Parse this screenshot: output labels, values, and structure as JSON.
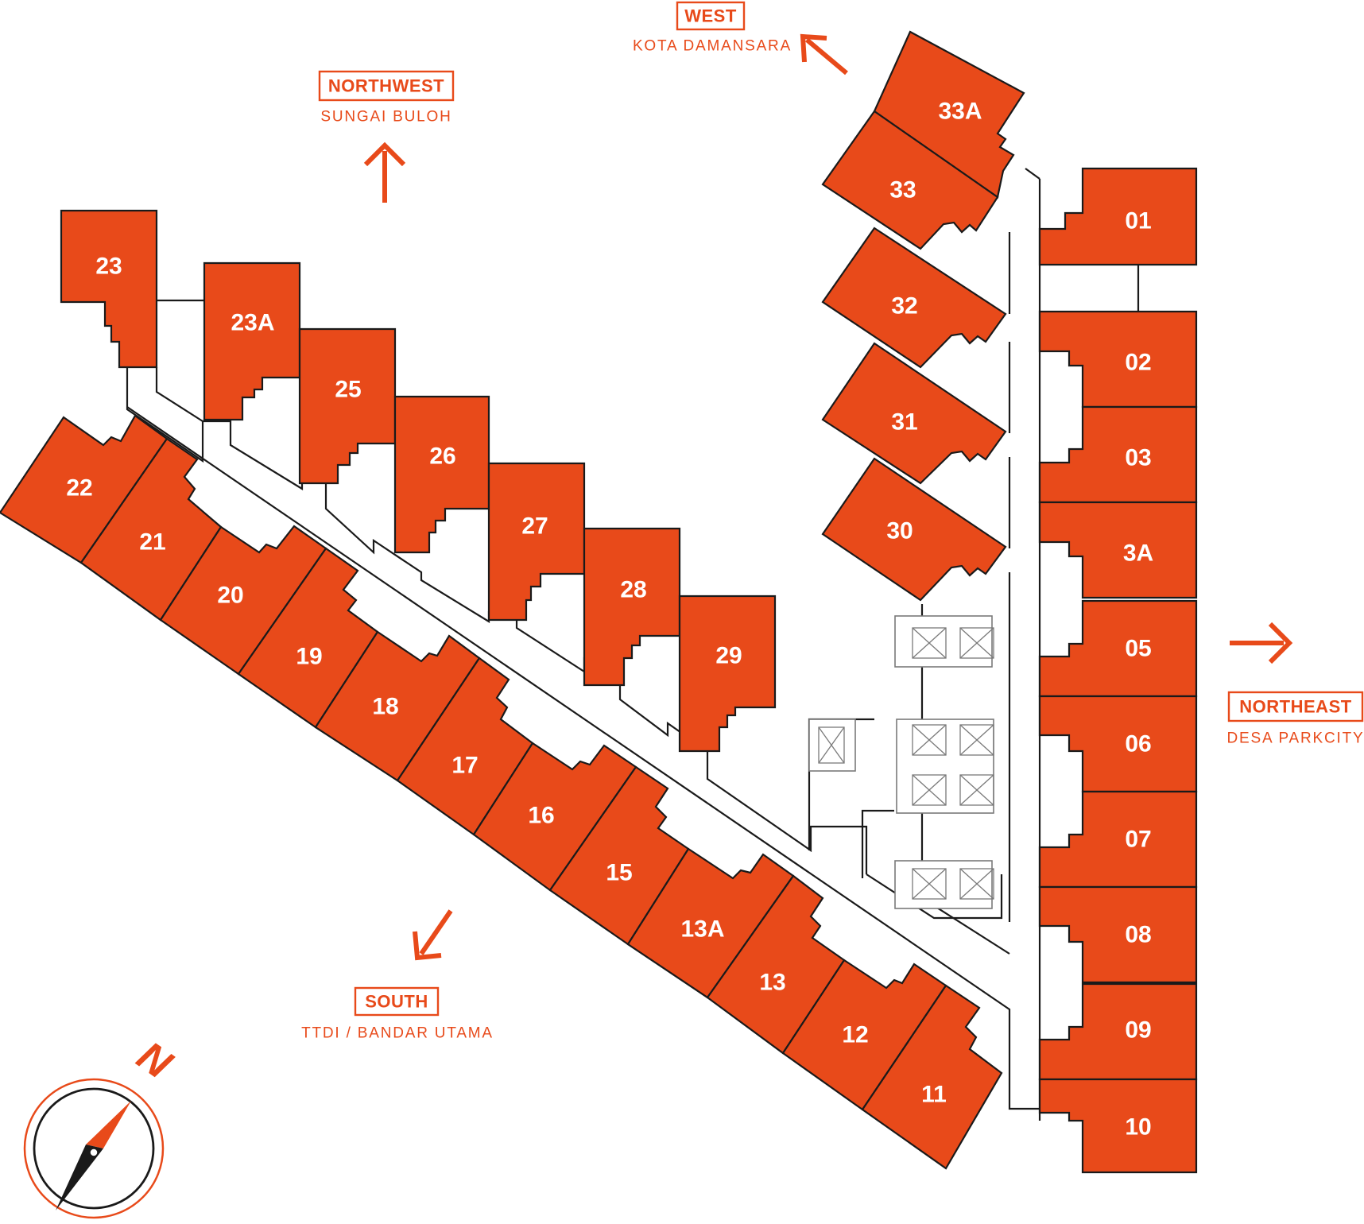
{
  "units": [
    {
      "id": "23",
      "label": "23"
    },
    {
      "id": "23A",
      "label": "23A"
    },
    {
      "id": "25",
      "label": "25"
    },
    {
      "id": "26",
      "label": "26"
    },
    {
      "id": "27",
      "label": "27"
    },
    {
      "id": "28",
      "label": "28"
    },
    {
      "id": "29",
      "label": "29"
    },
    {
      "id": "22",
      "label": "22"
    },
    {
      "id": "21",
      "label": "21"
    },
    {
      "id": "20",
      "label": "20"
    },
    {
      "id": "19",
      "label": "19"
    },
    {
      "id": "18",
      "label": "18"
    },
    {
      "id": "17",
      "label": "17"
    },
    {
      "id": "16",
      "label": "16"
    },
    {
      "id": "15",
      "label": "15"
    },
    {
      "id": "13A",
      "label": "13A"
    },
    {
      "id": "13",
      "label": "13"
    },
    {
      "id": "12",
      "label": "12"
    },
    {
      "id": "11",
      "label": "11"
    },
    {
      "id": "33A",
      "label": "33A"
    },
    {
      "id": "33",
      "label": "33"
    },
    {
      "id": "32",
      "label": "32"
    },
    {
      "id": "31",
      "label": "31"
    },
    {
      "id": "30",
      "label": "30"
    },
    {
      "id": "01",
      "label": "01"
    },
    {
      "id": "02",
      "label": "02"
    },
    {
      "id": "03",
      "label": "03"
    },
    {
      "id": "3A",
      "label": "3A"
    },
    {
      "id": "05",
      "label": "05"
    },
    {
      "id": "06",
      "label": "06"
    },
    {
      "id": "07",
      "label": "07"
    },
    {
      "id": "08",
      "label": "08"
    },
    {
      "id": "09",
      "label": "09"
    },
    {
      "id": "10",
      "label": "10"
    }
  ],
  "directions": {
    "west": {
      "title": "WEST",
      "place": "KOTA DAMANSARA"
    },
    "northwest": {
      "title": "NORTHWEST",
      "place": "SUNGAI BULOH"
    },
    "northeast": {
      "title": "NORTHEAST",
      "place": "DESA PARKCITY"
    },
    "south": {
      "title": "SOUTH",
      "place": "TTDI / BANDAR UTAMA"
    }
  },
  "compass": {
    "label": "N"
  },
  "colors": {
    "unit": "#E84A1A",
    "outline": "#1a1a1a",
    "lift": "#7a7a7a"
  }
}
